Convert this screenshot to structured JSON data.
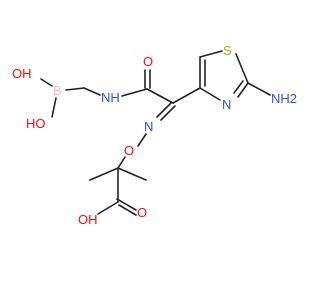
{
  "molecule": {
    "atom_labels": {
      "boron": "B",
      "oh_top": "OH",
      "ho_bottom": "HO",
      "amide_nh": "NH",
      "carbonyl_o": "O",
      "sulfur": "S",
      "ring_n": "N",
      "amine": "NH2",
      "oxime_n": "N",
      "oxime_o": "O",
      "acid_oh": "OH",
      "acid_o": "O"
    },
    "colors": {
      "bond": "#222222",
      "oxygen": "#ff0d0d",
      "nitrogen": "#3050f8",
      "sulfur": "#c8a800",
      "boron": "#ffb5b5"
    }
  }
}
